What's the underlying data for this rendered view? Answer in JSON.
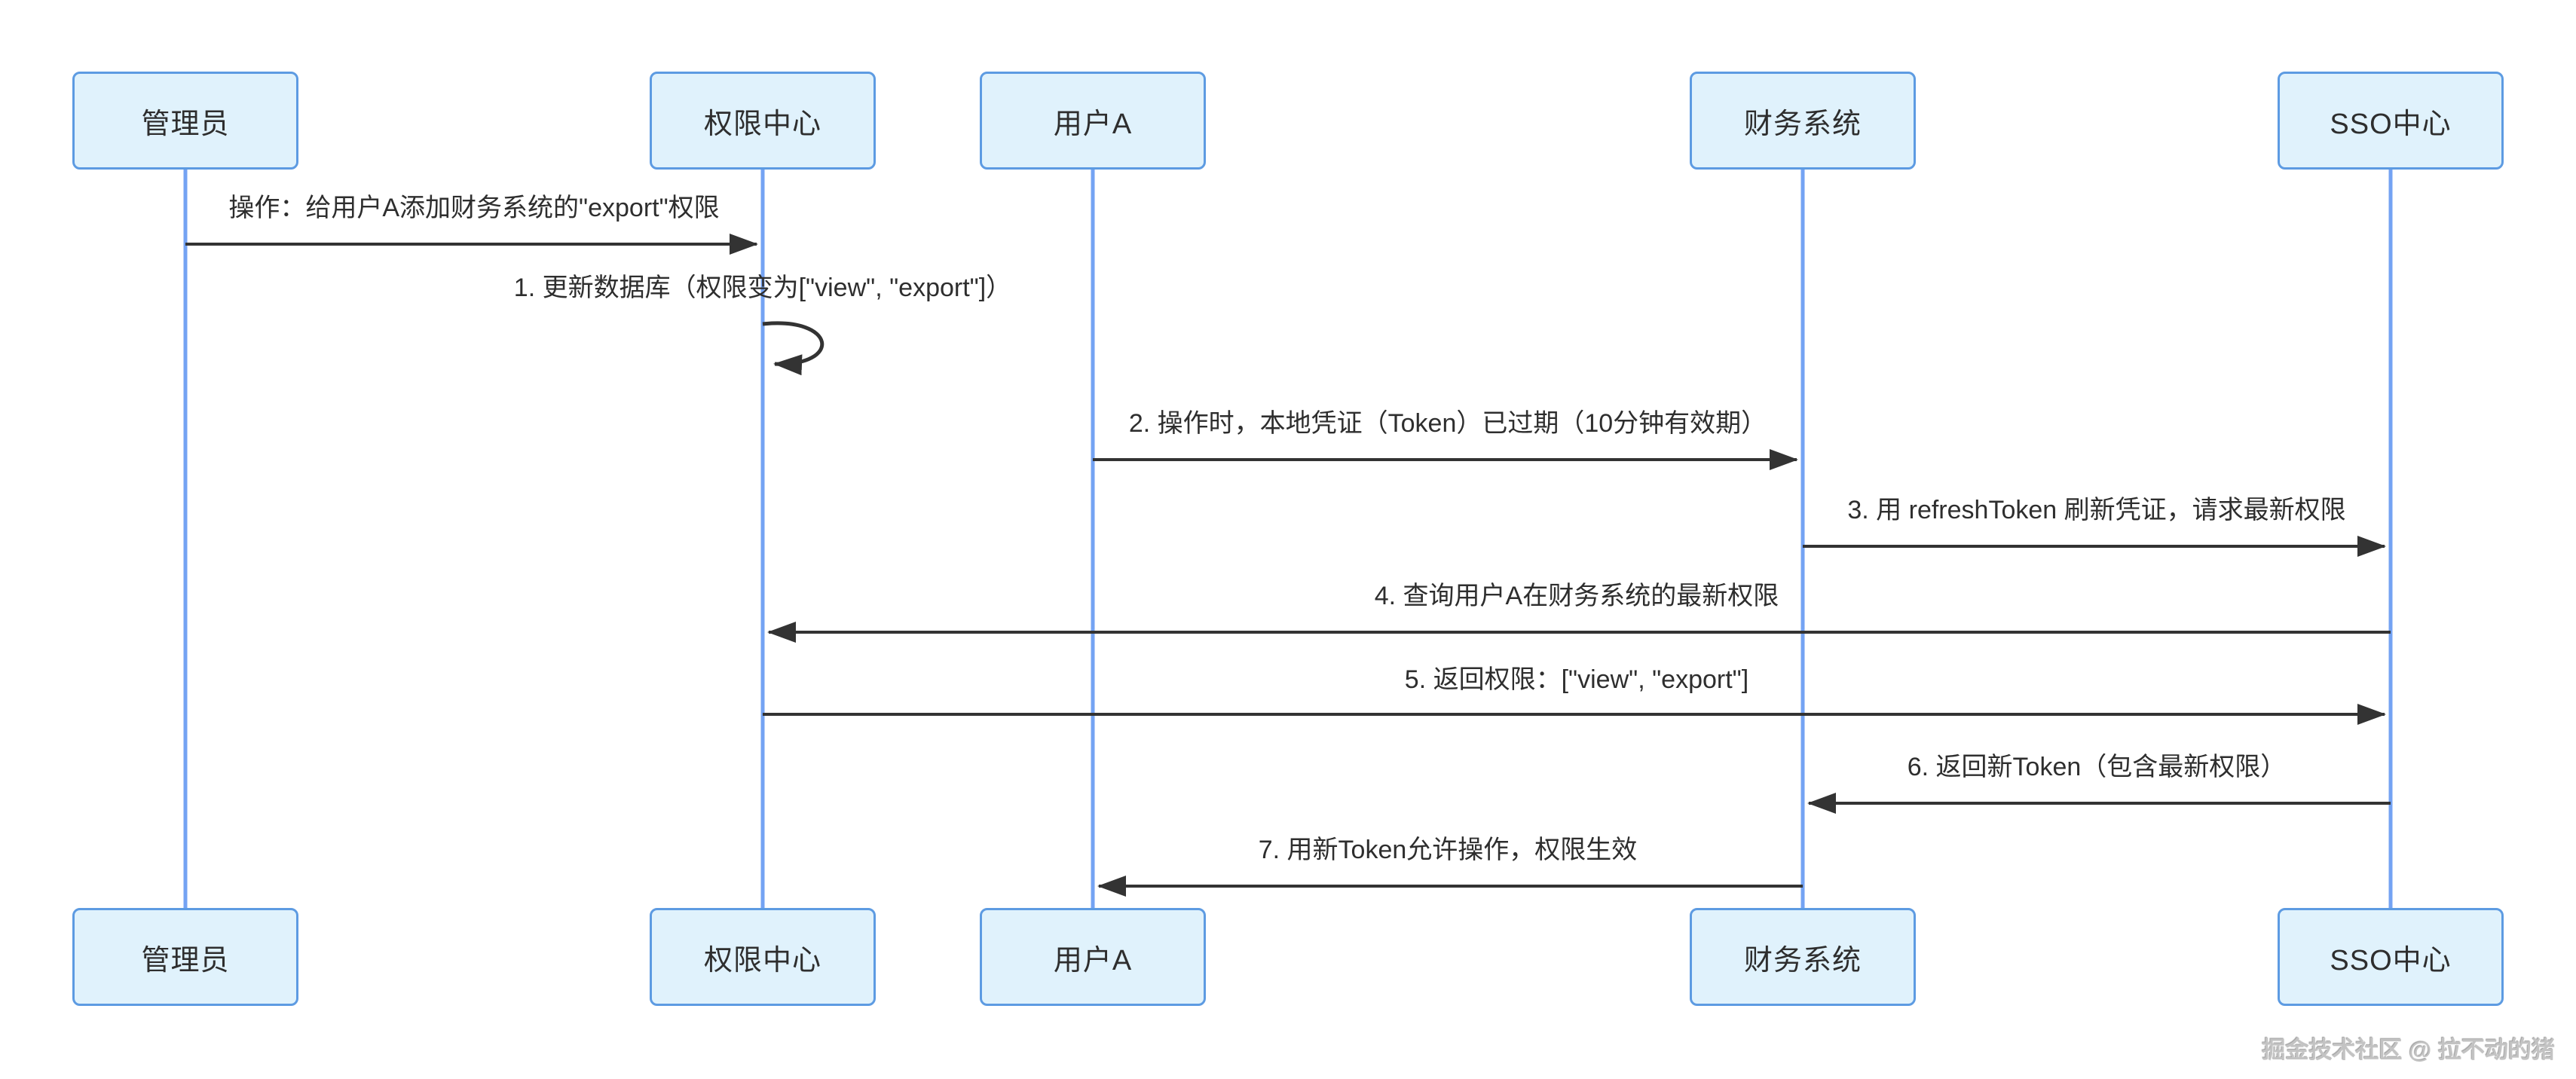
{
  "diagram": {
    "type": "sequence-diagram",
    "actors": [
      {
        "name": "管理员"
      },
      {
        "name": "权限中心"
      },
      {
        "name": "用户A"
      },
      {
        "name": "财务系统"
      },
      {
        "name": "SSO中心"
      }
    ],
    "messages": [
      {
        "from": "管理员",
        "to": "权限中心",
        "label": "操作：给用户A添加财务系统的\"export\"权限"
      },
      {
        "from": "权限中心",
        "to": "权限中心",
        "self": true,
        "label": "1. 更新数据库（权限变为[\"view\", \"export\"]）"
      },
      {
        "from": "用户A",
        "to": "财务系统",
        "label": "2. 操作时，本地凭证（Token）已过期（10分钟有效期）"
      },
      {
        "from": "财务系统",
        "to": "SSO中心",
        "label": "3. 用 refreshToken 刷新凭证，请求最新权限"
      },
      {
        "from": "SSO中心",
        "to": "权限中心",
        "label": "4. 查询用户A在财务系统的最新权限"
      },
      {
        "from": "权限中心",
        "to": "SSO中心",
        "label": "5. 返回权限：[\"view\", \"export\"]"
      },
      {
        "from": "SSO中心",
        "to": "财务系统",
        "label": "6. 返回新Token（包含最新权限）"
      },
      {
        "from": "财务系统",
        "to": "用户A",
        "label": "7. 用新Token允许操作，权限生效"
      }
    ],
    "watermark": "掘金技术社区 @ 拉不动的猪",
    "colors": {
      "actor_fill": "#E0F2FC",
      "actor_border": "#5D9BE2",
      "lifeline": "#74A3F3",
      "message_line": "#333333",
      "text": "#2E2E2E",
      "watermark": "#C3C3C3"
    }
  }
}
